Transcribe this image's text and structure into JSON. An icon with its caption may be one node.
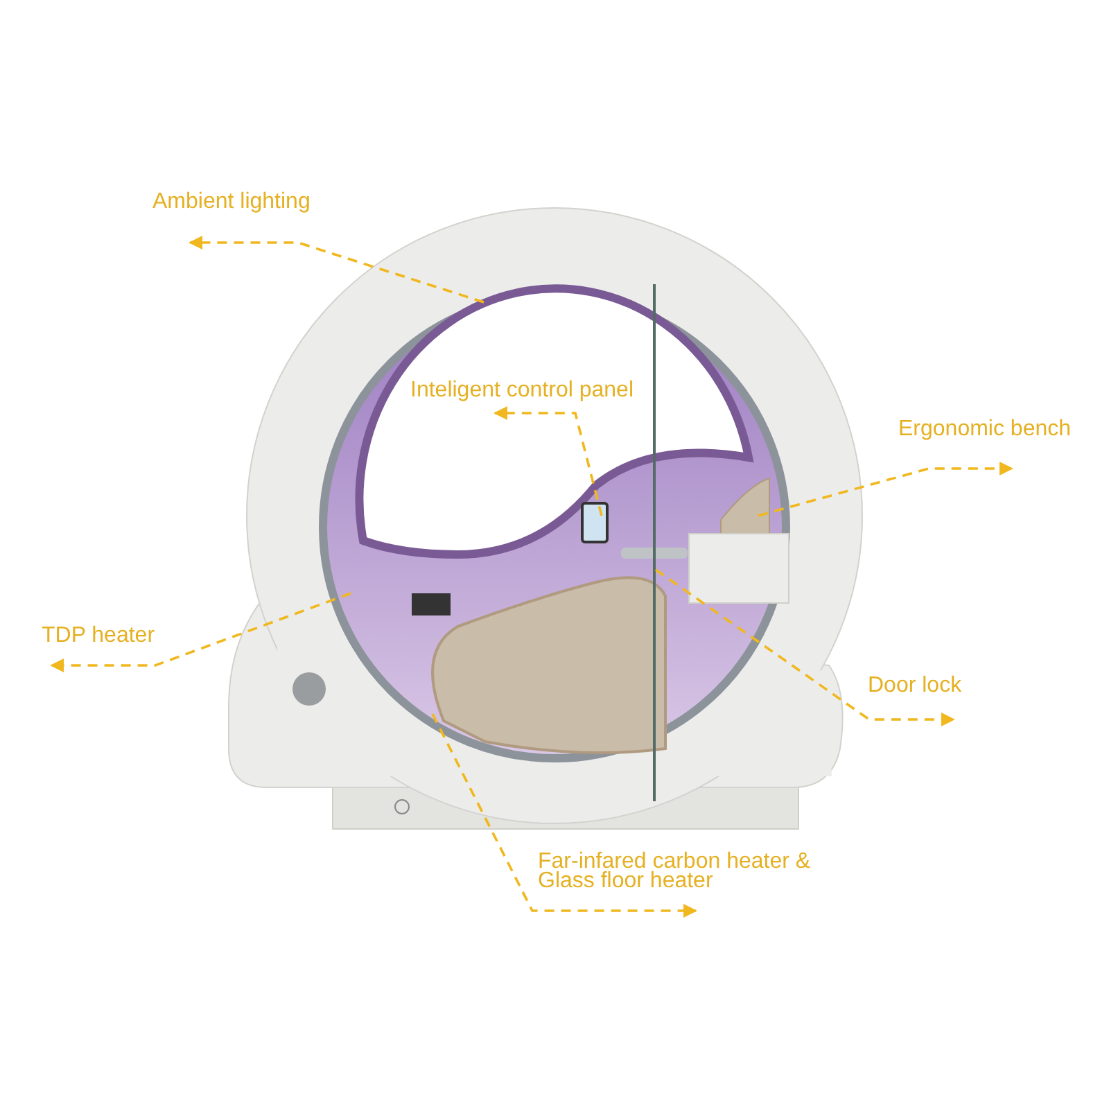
{
  "diagram": {
    "nodes": [
      {
        "text": [
          "Ambient lighting"
        ]
      },
      {
        "text": [
          "Inteligent control panel"
        ]
      },
      {
        "text": [
          "Ergonomic bench"
        ]
      },
      {
        "text": [
          "TDP heater"
        ]
      },
      {
        "text": [
          "Door lock"
        ]
      },
      {
        "text": [
          "Far-infared carbon heater & Glass floor heater"
        ]
      }
    ],
    "edges": [
      {
        "from": null,
        "to": 0,
        "arrow": "to",
        "style": "dashed"
      },
      {
        "from": null,
        "to": 1,
        "arrow": "to",
        "style": "dashed"
      },
      {
        "from": null,
        "to": 2,
        "arrow": "to",
        "style": "dashed"
      },
      {
        "from": null,
        "to": 3,
        "arrow": "to",
        "style": "dashed"
      },
      {
        "from": null,
        "to": 4,
        "arrow": "to",
        "style": "dashed"
      },
      {
        "from": null,
        "to": 5,
        "arrow": "to",
        "style": "dashed"
      }
    ]
  }
}
